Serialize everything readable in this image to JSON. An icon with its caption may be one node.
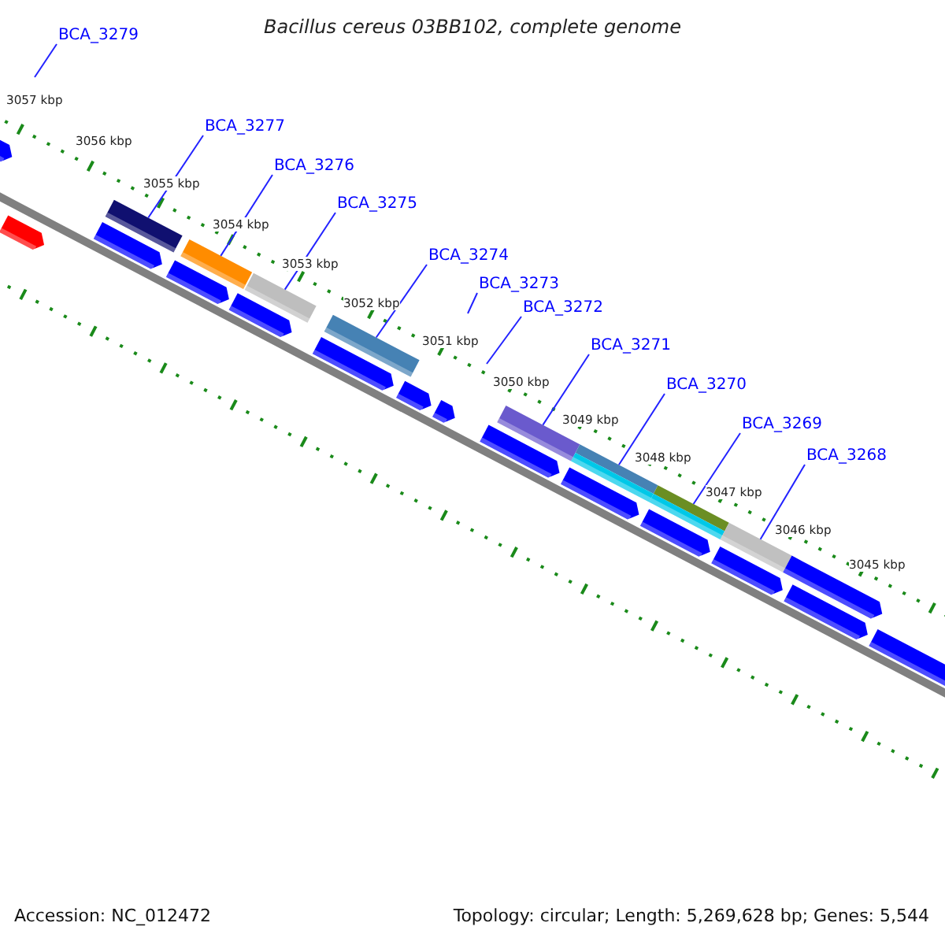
{
  "diagram": {
    "title": "Bacillus cereus 03BB102, complete genome",
    "nodes": [
      {
        "text": [
          "BCA_3279"
        ]
      },
      {
        "text": [
          "BCA_3277"
        ]
      },
      {
        "text": [
          "BCA_3276"
        ]
      },
      {
        "text": [
          "BCA_3275"
        ]
      },
      {
        "text": [
          "BCA_3274"
        ]
      },
      {
        "text": [
          "BCA_3273"
        ]
      },
      {
        "text": [
          "BCA_3272"
        ]
      },
      {
        "text": [
          "BCA_3271"
        ]
      },
      {
        "text": [
          "BCA_3270"
        ]
      },
      {
        "text": [
          "BCA_3269"
        ]
      },
      {
        "text": [
          "BCA_3268"
        ]
      },
      {
        "text": [],
        "shape": "bar"
      },
      {
        "text": [],
        "shape": "bar"
      },
      {
        "text": [],
        "shape": "bar"
      },
      {
        "text": [],
        "shape": "bar"
      },
      {
        "text": [],
        "shape": "bar"
      },
      {
        "text": [],
        "shape": "bar"
      },
      {
        "text": [],
        "shape": "bar"
      },
      {
        "text": [],
        "shape": "bar"
      },
      {
        "text": [],
        "shape": "arrow"
      },
      {
        "text": [],
        "shape": "arrow"
      },
      {
        "text": [],
        "shape": "arrow"
      },
      {
        "text": [],
        "shape": "arrow"
      },
      {
        "text": [],
        "shape": "arrow"
      },
      {
        "text": [],
        "shape": "arrow"
      },
      {
        "text": [],
        "shape": "arrow"
      },
      {
        "text": [],
        "shape": "arrow"
      },
      {
        "text": [],
        "shape": "arrow"
      },
      {
        "text": [],
        "shape": "arrow"
      },
      {
        "text": [],
        "shape": "arrow"
      },
      {
        "text": [],
        "shape": "arrow"
      },
      {
        "text": [],
        "shape": "arrow"
      },
      {
        "text": [],
        "shape": "arrow"
      },
      {
        "text": [],
        "shape": "arrow"
      }
    ],
    "edges": [
      {
        "from": 0,
        "to": null,
        "arrow": "none"
      },
      {
        "from": 1,
        "to": 11,
        "arrow": "none"
      },
      {
        "from": 2,
        "to": 12,
        "arrow": "none"
      },
      {
        "from": 3,
        "to": 13,
        "arrow": "none"
      },
      {
        "from": 4,
        "to": 14,
        "arrow": "none"
      },
      {
        "from": 5,
        "to": null,
        "arrow": "none"
      },
      {
        "from": 6,
        "to": null,
        "arrow": "none"
      },
      {
        "from": 7,
        "to": 15,
        "arrow": "none"
      },
      {
        "from": 8,
        "to": 16,
        "arrow": "none"
      },
      {
        "from": 9,
        "to": 17,
        "arrow": "none"
      },
      {
        "from": 10,
        "to": 18,
        "arrow": "none"
      }
    ],
    "labels": [
      "3057 kbp",
      "3056 kbp",
      "3055 kbp",
      "3054 kbp",
      "3053 kbp",
      "3052 kbp",
      "3051 kbp",
      "3050 kbp",
      "3049 kbp",
      "3048 kbp",
      "3047 kbp",
      "3046 kbp",
      "3045 kbp",
      "Accession: NC_012472",
      "Topology: circular; Length: 5,269,628 bp; Genes: 5,544"
    ]
  }
}
